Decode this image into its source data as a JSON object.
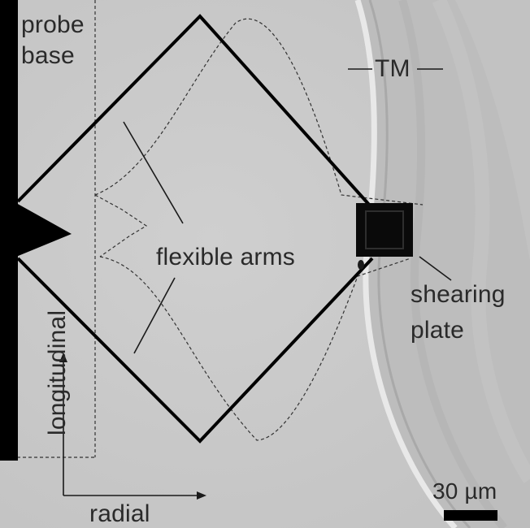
{
  "figure": {
    "labels": {
      "probe_line1": "probe",
      "probe_line2": "base",
      "tm": "TM",
      "flexible_arms": "flexible arms",
      "shearing_line1": "shearing",
      "shearing_line2": "plate",
      "longitudinal": "longitudinal",
      "radial": "radial",
      "scale_bar": "30 µm"
    },
    "colors": {
      "background": "#c9c9c9",
      "probe": "#000000",
      "text": "#2a2a2a",
      "tissue": "#b9b9b9"
    }
  }
}
